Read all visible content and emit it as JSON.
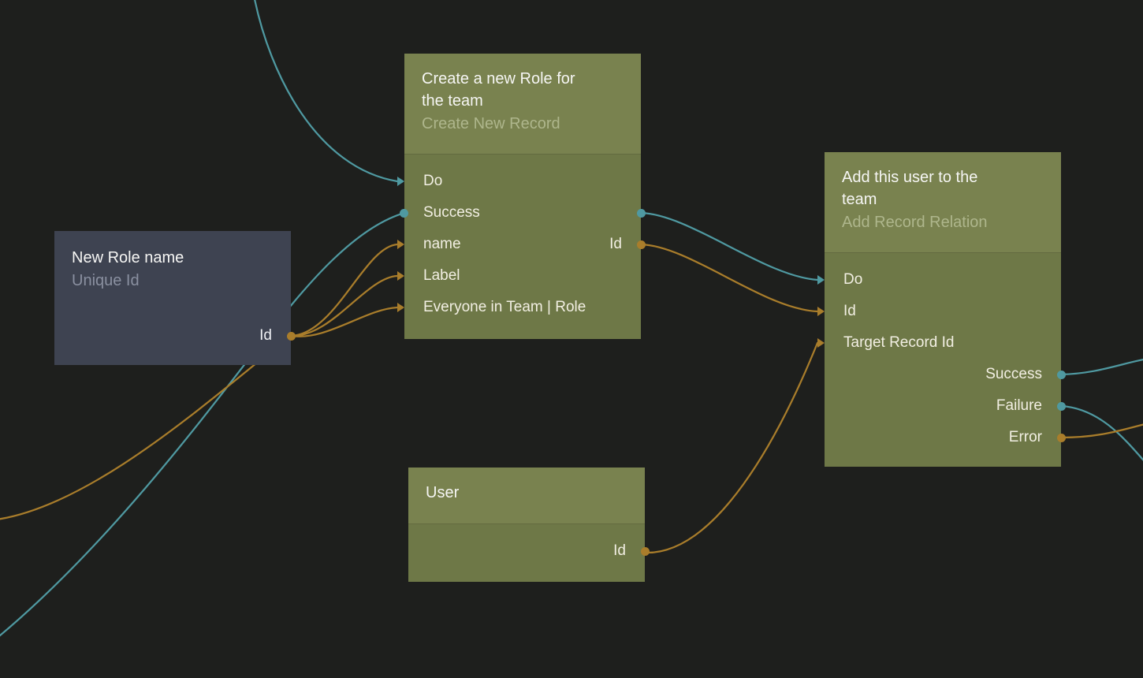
{
  "colors": {
    "teal": "#4f99a1",
    "orange": "#a97d2b"
  },
  "nodes": {
    "role_input": {
      "title": "New Role name",
      "subtitle": "Unique Id",
      "rows": [
        {
          "right": "Id"
        }
      ]
    },
    "create_role": {
      "title": "Create a new Role for the team",
      "subtitle": "Create New Record",
      "rows": [
        {
          "left": "Do"
        },
        {
          "left": "Success"
        },
        {
          "left": "name",
          "right": "Id"
        },
        {
          "left": "Label"
        },
        {
          "left": "Everyone in Team | Role"
        }
      ]
    },
    "add_relation": {
      "title": "Add this user to the team",
      "subtitle": "Add Record Relation",
      "rows": [
        {
          "left": "Do"
        },
        {
          "left": "Id"
        },
        {
          "left": "Target Record Id"
        },
        {
          "right": "Success"
        },
        {
          "right": "Failure"
        },
        {
          "right": "Error"
        }
      ]
    },
    "user": {
      "title": "User",
      "rows": [
        {
          "right": "Id"
        }
      ]
    }
  },
  "edges": [
    {
      "from": "offscreen-top",
      "to": "create_role.Do",
      "color": "teal"
    },
    {
      "from": "offscreen-bottom-left",
      "to": "create_role.Success",
      "color": "teal"
    },
    {
      "from": "offscreen-left",
      "to": "role_input.Id",
      "color": "orange"
    },
    {
      "from": "role_input.Id",
      "to": "create_role.name",
      "color": "orange"
    },
    {
      "from": "role_input.Id",
      "to": "create_role.Label",
      "color": "orange"
    },
    {
      "from": "role_input.Id",
      "to": "create_role.Everyone in Team | Role",
      "color": "orange"
    },
    {
      "from": "create_role.Success",
      "to": "add_relation.Do",
      "color": "teal"
    },
    {
      "from": "create_role.Id",
      "to": "add_relation.Id",
      "color": "orange"
    },
    {
      "from": "user.Id",
      "to": "add_relation.Target Record Id",
      "color": "orange"
    },
    {
      "from": "add_relation.Success",
      "to": "offscreen-right",
      "color": "teal"
    },
    {
      "from": "add_relation.Failure",
      "to": "offscreen-right",
      "color": "teal"
    },
    {
      "from": "add_relation.Error",
      "to": "offscreen-right",
      "color": "orange"
    }
  ]
}
